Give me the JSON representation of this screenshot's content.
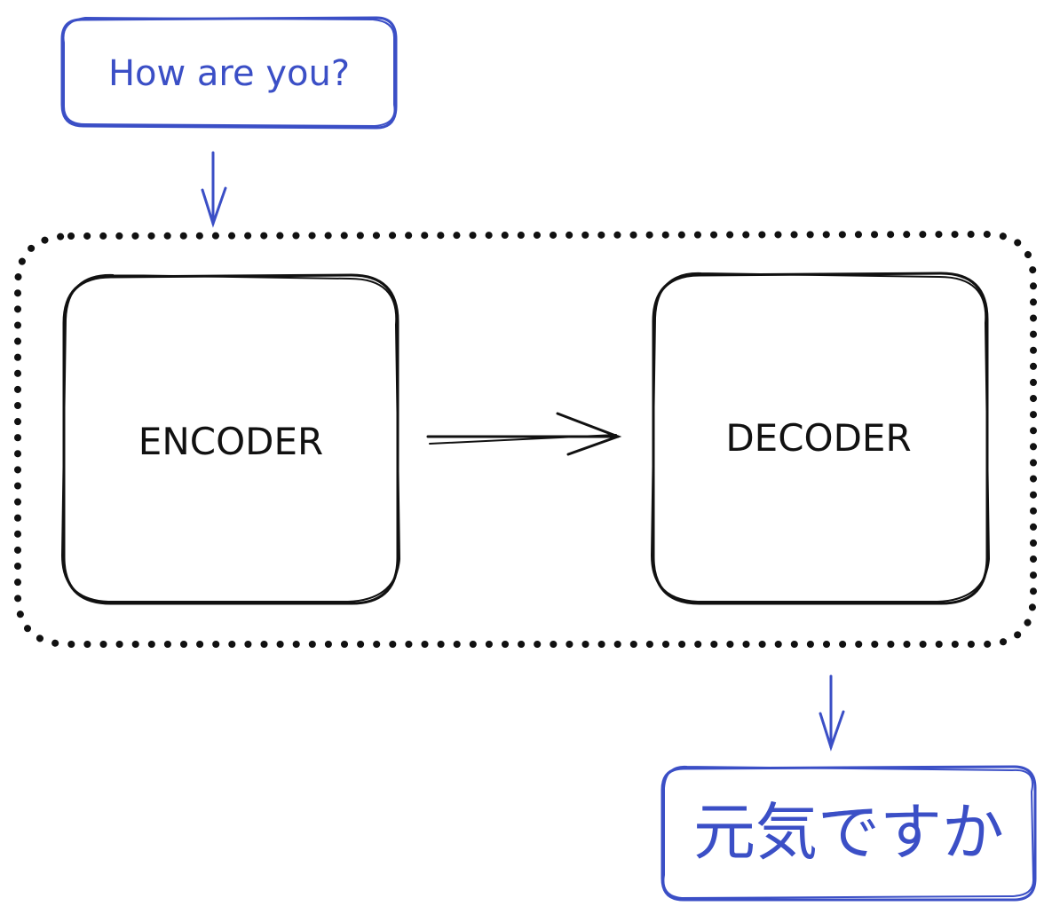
{
  "input_label": "How are you?",
  "encoder_label": "ENCODER",
  "decoder_label": "DECODER",
  "output_label": "元気ですか",
  "colors": {
    "blue": "#3b4fc6",
    "black": "#111111",
    "background": "#ffffff"
  }
}
